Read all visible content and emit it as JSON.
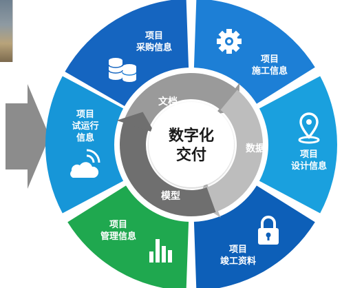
{
  "center": {
    "line1": "数字化",
    "line2": "交付"
  },
  "ring": {
    "top": "文档",
    "right": "数据",
    "bottom": "模型"
  },
  "segments": {
    "procurement": {
      "line1": "项目",
      "line2": "采购信息",
      "icon": "database-icon",
      "color": "#1565c0"
    },
    "construction": {
      "line1": "项目",
      "line2": "施工信息",
      "icon": "gear-icon",
      "color": "#1d7fd6"
    },
    "design": {
      "line1": "项目",
      "line2": "设计信息",
      "icon": "location-pin-icon",
      "color": "#1aa0de"
    },
    "completion": {
      "line1": "项目",
      "line2": "竣工资料",
      "icon": "lock-icon",
      "color": "#0d5fb8"
    },
    "management": {
      "line1": "项目",
      "line2": "管理信息",
      "icon": "bar-chart-icon",
      "color": "#1fa84f"
    },
    "trial": {
      "line1": "项目",
      "line2": "试运行",
      "line3": "信息",
      "icon": "cloud-wifi-icon",
      "color": "#1796d8"
    }
  },
  "colors": {
    "arrow_gray": "#8c8c8c",
    "ring_dark": "#6f6f6f",
    "ring_mid": "#9a9a9a",
    "ring_light": "#bdbdbd",
    "center_fill": "#ffffff"
  }
}
